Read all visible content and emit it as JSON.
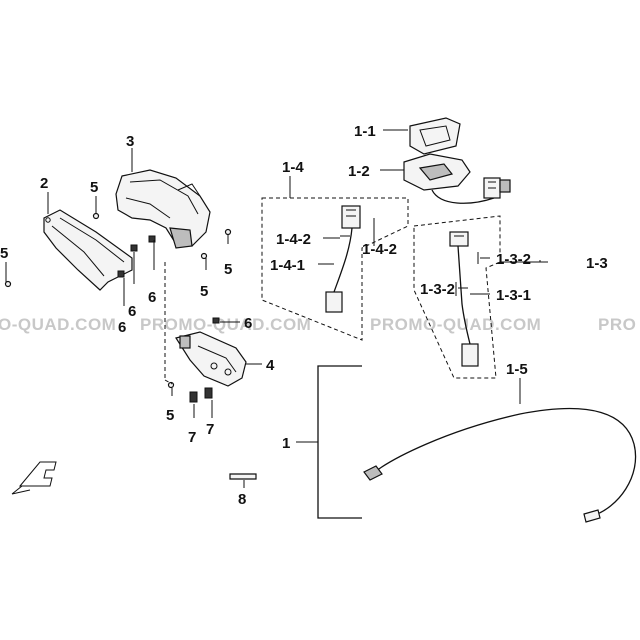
{
  "watermark": {
    "segments": [
      "O-QUAD.COM",
      "PROMO-QUAD.COM",
      "PROMO-QUAD.COM",
      "PRO"
    ]
  },
  "callouts": {
    "c1": "1",
    "c1_1": "1-1",
    "c1_2": "1-2",
    "c1_3": "1-3",
    "c1_3_1": "1-3-1",
    "c1_3_2a": "1-3-2",
    "c1_3_2b": "1-3-2",
    "c1_4": "1-4",
    "c1_4_1": "1-4-1",
    "c1_4_2a": "1-4-2",
    "c1_4_2b": "1-4-2",
    "c1_5": "1-5",
    "c2": "2",
    "c3": "3",
    "c4": "4",
    "c5a": "5",
    "c5b": "5",
    "c5c": "5",
    "c5d": "5",
    "c6a": "6",
    "c6b": "6",
    "c6c": "6",
    "c6d": "6",
    "c7a": "7",
    "c7b": "7",
    "c8": "8"
  },
  "icons": {
    "front_indicator": "front-direction-icon"
  }
}
